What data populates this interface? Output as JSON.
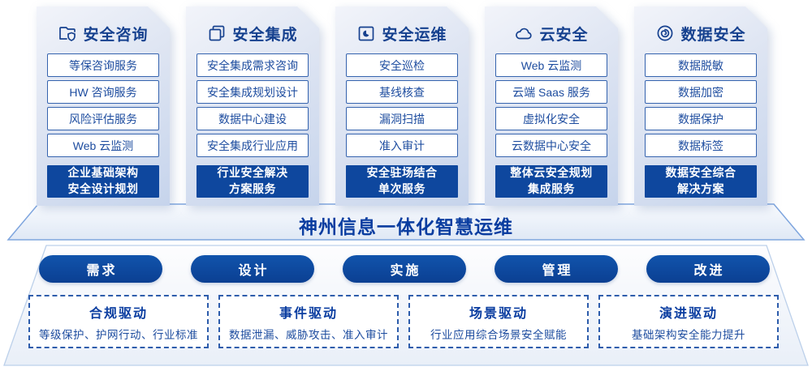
{
  "colors": {
    "primary": "#0e479e",
    "panel-border": "#3563ae",
    "title-blue": "#16418f",
    "banner-blue": "#0a3da0",
    "item-text": "#1d4c9f",
    "dashed-border": "#2e5dac"
  },
  "columns": [
    {
      "icon": "folder-shield-icon",
      "title": "安全咨询",
      "items": [
        "等保咨询服务",
        "HW 咨询服务",
        "风险评估服务",
        "Web 云监测"
      ],
      "footer_lines": [
        "企业基础架构",
        "安全设计规划"
      ]
    },
    {
      "icon": "documents-icon",
      "title": "安全集成",
      "items": [
        "安全集成需求咨询",
        "安全集成规划设计",
        "数据中心建设",
        "安全集成行业应用"
      ],
      "footer_lines": [
        "行业安全解决",
        "方案服务"
      ]
    },
    {
      "icon": "pie-folder-icon",
      "title": "安全运维",
      "items": [
        "安全巡检",
        "基线核查",
        "漏洞扫描",
        "准入审计"
      ],
      "footer_lines": [
        "安全驻场结合",
        "单次服务"
      ]
    },
    {
      "icon": "cloud-icon",
      "title": "云安全",
      "items": [
        "Web 云监测",
        "云端 Saas 服务",
        "虚拟化安全",
        "云数据中心安全"
      ],
      "footer_lines": [
        "整体云安全规划",
        "集成服务"
      ]
    },
    {
      "icon": "fingerprint-icon",
      "title": "数据安全",
      "items": [
        "数据脱敏",
        "数据加密",
        "数据保护",
        "数据标签"
      ],
      "footer_lines": [
        "数据安全综合",
        "解决方案"
      ]
    }
  ],
  "banner": {
    "title": "神州信息一体化智慧运维"
  },
  "pills": [
    "需求",
    "设计",
    "实施",
    "管理",
    "改进"
  ],
  "drivers": [
    {
      "title": "合规驱动",
      "desc": "等级保护、护网行动、行业标准"
    },
    {
      "title": "事件驱动",
      "desc": "数据泄漏、威胁攻击、准入审计"
    },
    {
      "title": "场景驱动",
      "desc": "行业应用综合场景安全赋能"
    },
    {
      "title": "演进驱动",
      "desc": "基础架构安全能力提升"
    }
  ]
}
